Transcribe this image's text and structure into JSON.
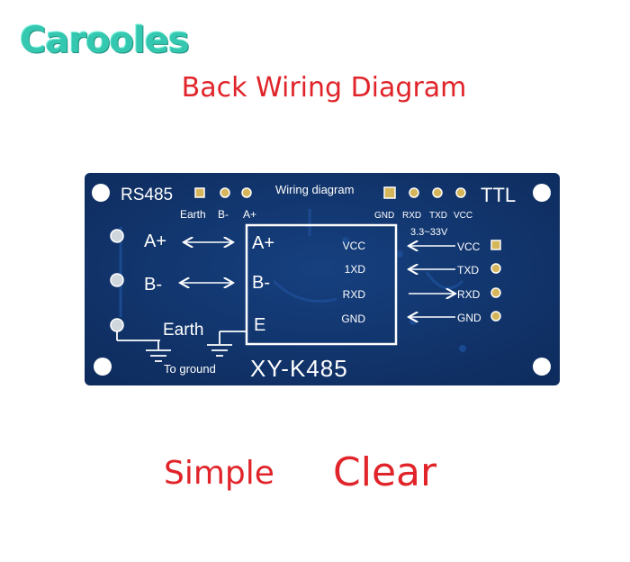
{
  "brand": "Carooles",
  "heading": "Back Wiring Diagram",
  "taglines": {
    "left": "Simple",
    "right": "Clear"
  },
  "board": {
    "rs485_title": "RS485",
    "ttl_title": "TTL",
    "diagram_caption": "Wiring diagram",
    "rs485_header_labels": [
      "Earth",
      "B-",
      "A+"
    ],
    "ttl_header_labels": [
      "GND",
      "RXD",
      "TXD",
      "VCC"
    ],
    "voltage_range": "3.3~33V",
    "terminals": [
      "A+",
      "B-",
      "Earth"
    ],
    "chip_left_pins": [
      "A+",
      "B-",
      "E"
    ],
    "chip_right_pins": [
      "VCC",
      "1XD",
      "RXD",
      "GND"
    ],
    "ttl_pins": [
      "VCC",
      "TXD",
      "RXD",
      "GND"
    ],
    "ground_label": "To ground",
    "model": "XY-K485",
    "colors": {
      "pcb": "#12356d",
      "silkscreen": "#ffffff",
      "pad": "#d6b65a"
    }
  }
}
